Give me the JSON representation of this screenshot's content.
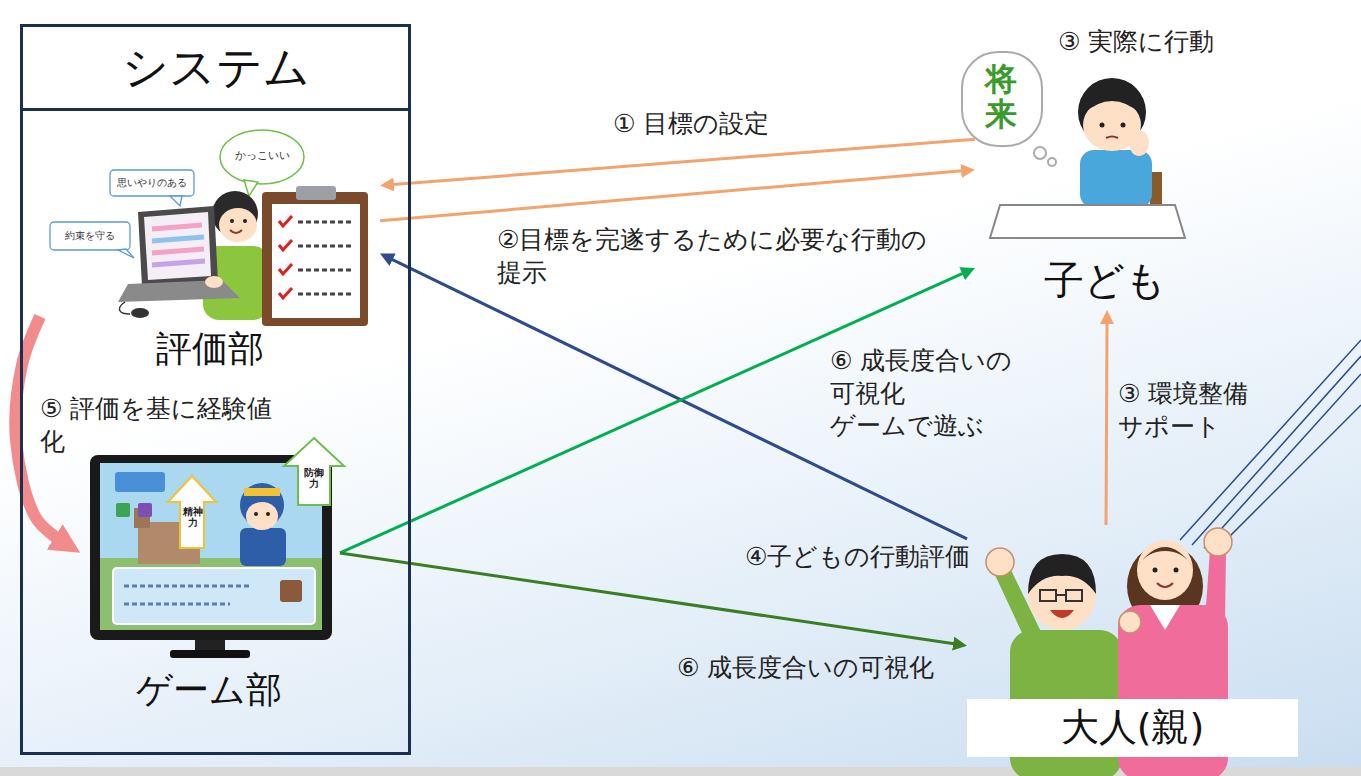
{
  "diagram": {
    "nodes": [
      {
        "text": [
          "システム"
        ]
      },
      {
        "text": [
          "評価部"
        ],
        "in": 0
      },
      {
        "text": [
          "ゲーム部"
        ],
        "in": 0
      },
      {
        "text": [
          "子ども"
        ]
      },
      {
        "text": [
          "大人(親)"
        ]
      }
    ],
    "edges": [
      {
        "from": 3,
        "to": 1,
        "arrow": "to",
        "label": "① 目標の設定"
      },
      {
        "from": 1,
        "to": 3,
        "arrow": "to",
        "label": "②目標を完遂するために必要な行動の 提示"
      },
      {
        "from": 4,
        "to": 3,
        "arrow": "to",
        "label": "③ 環境整備 サポート"
      },
      {
        "from": 4,
        "to": 1,
        "arrow": "to",
        "label": "④子どもの行動評価"
      },
      {
        "from": 1,
        "to": 2,
        "arrow": "to",
        "label": "⑤ 評価を基に経験値 化"
      },
      {
        "from": 2,
        "to": 3,
        "arrow": "to",
        "label": "⑥ 成長度合いの 可視化 ゲームで遊ぶ"
      },
      {
        "from": 2,
        "to": 4,
        "arrow": "to",
        "label": "⑥ 成長度合いの可視化"
      }
    ],
    "labels": [
      "③ 実際に行動",
      "将来",
      "かっこいい",
      "思いやりのある",
      "約束を守る",
      "精神力",
      "防御力"
    ]
  }
}
